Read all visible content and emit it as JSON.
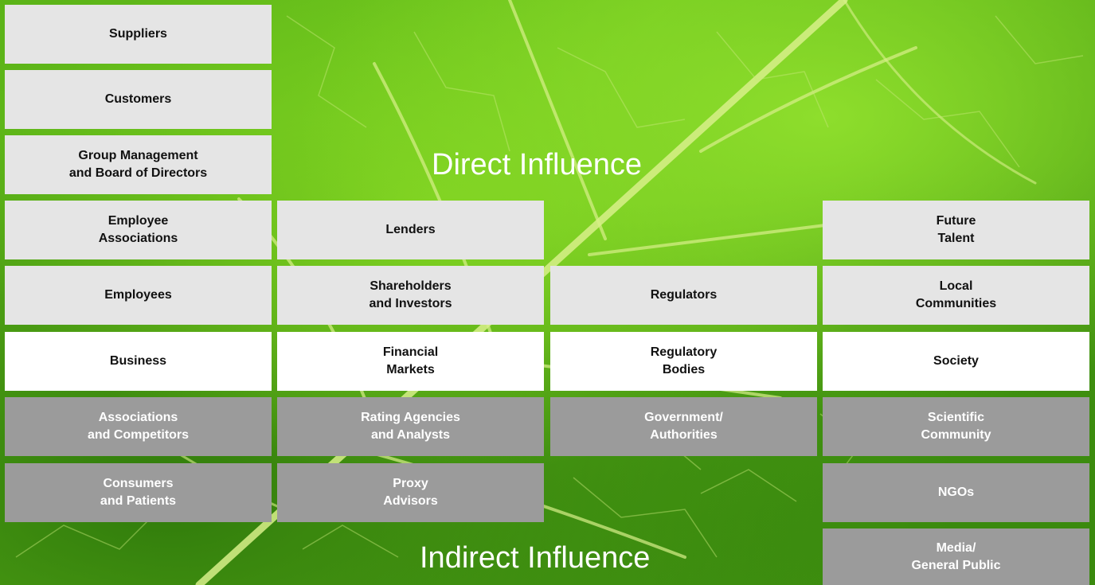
{
  "headings": {
    "direct": "Direct Influence",
    "indirect": "Indirect Influence"
  },
  "colors": {
    "light_box": "#e5e5e5",
    "white_box": "#ffffff",
    "gray_box": "#9b9b9b",
    "leaf_green": "#5bb318",
    "vein": "#d8f08a"
  },
  "columns": [
    {
      "boxes": [
        {
          "label": "Suppliers",
          "tone": "light"
        },
        {
          "label": "Customers",
          "tone": "light"
        },
        {
          "label": "Group Management\nand Board of Directors",
          "tone": "light"
        },
        {
          "label": "Employee\nAssociations",
          "tone": "light"
        },
        {
          "label": "Employees",
          "tone": "light"
        },
        {
          "label": "Business",
          "tone": "white"
        },
        {
          "label": "Associations\nand Competitors",
          "tone": "gray"
        },
        {
          "label": "Consumers\nand Patients",
          "tone": "gray"
        }
      ]
    },
    {
      "boxes": [
        {
          "label": "Lenders",
          "tone": "light"
        },
        {
          "label": "Shareholders\nand Investors",
          "tone": "light"
        },
        {
          "label": "Financial\nMarkets",
          "tone": "white"
        },
        {
          "label": "Rating Agencies\nand Analysts",
          "tone": "gray"
        },
        {
          "label": "Proxy\nAdvisors",
          "tone": "gray"
        }
      ]
    },
    {
      "boxes": [
        {
          "label": "Regulators",
          "tone": "light"
        },
        {
          "label": "Regulatory\nBodies",
          "tone": "white"
        },
        {
          "label": "Government/\nAuthorities",
          "tone": "gray"
        }
      ]
    },
    {
      "boxes": [
        {
          "label": "Future\nTalent",
          "tone": "light"
        },
        {
          "label": "Local\nCommunities",
          "tone": "light"
        },
        {
          "label": "Society",
          "tone": "white"
        },
        {
          "label": "Scientific\nCommunity",
          "tone": "gray"
        },
        {
          "label": "NGOs",
          "tone": "gray"
        },
        {
          "label": "Media/\nGeneral Public",
          "tone": "gray"
        }
      ]
    }
  ]
}
